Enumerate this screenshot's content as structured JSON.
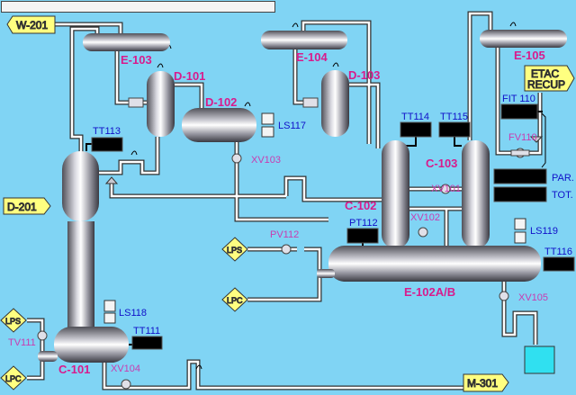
{
  "colors": {
    "background": "#80d4f4",
    "equipment_label": "#d81b8c",
    "instrument_label": "#1010c8",
    "valve_label": "#c83cb0",
    "tag_fill": "#ffff80"
  },
  "top_input": {
    "value": ""
  },
  "streams": {
    "w201": "W-201",
    "d201": "D-201",
    "etac_line1": "ETAC",
    "etac_line2": "RECUP",
    "m301": "M-301",
    "lps": "LPS",
    "lpc": "LPC"
  },
  "equipment": {
    "e103": "E-103",
    "d101": "D-101",
    "d102": "D-102",
    "e104": "E-104",
    "d103": "D-103",
    "e105": "E-105",
    "c101": "C-101",
    "c102": "C-102",
    "c103": "C-103",
    "e102": "E-102A/B"
  },
  "instruments": {
    "tt113": "TT113",
    "tt114": "TT114",
    "tt115": "TT115",
    "tt111": "TT111",
    "tt116": "TT116",
    "pt112": "PT112",
    "fit110": "FIT 110",
    "ls117": "LS117",
    "ls118": "LS118",
    "ls119": "LS119",
    "par": "PAR.",
    "tot": "TOT."
  },
  "valves": {
    "xv103": "XV103",
    "xv101": "XV101",
    "xv102": "XV102",
    "xv104": "XV104",
    "xv105": "XV105",
    "fv110": "FV110",
    "pv112": "PV112",
    "tv111": "TV111"
  }
}
